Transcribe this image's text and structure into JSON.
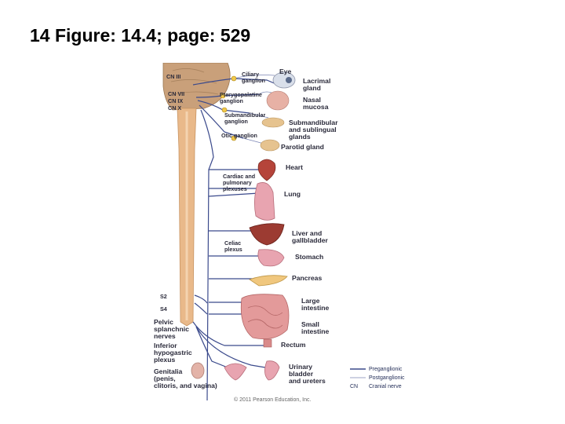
{
  "slide": {
    "title": "14  Figure: 14.4; page: 529"
  },
  "labels": {
    "cn3": "CN III",
    "cn7": "CN VII",
    "cn9": "CN IX",
    "cn10": "CN X",
    "ciliary1": "Ciliary",
    "ciliary2": "ganglion",
    "eye": "Eye",
    "lacrimal1": "Lacrimal",
    "lacrimal2": "gland",
    "ptery1": "Pterygopalatine",
    "ptery2": "ganglion",
    "nasal1": "Nasal",
    "nasal2": "mucosa",
    "submand_g1": "Submandibular",
    "submand_g2": "ganglion",
    "submand1": "Submandibular",
    "submand2": "and sublingual",
    "submand3": "glands",
    "otic": "Otic ganglion",
    "parotid": "Parotid gland",
    "heart": "Heart",
    "cardiac1": "Cardiac and",
    "cardiac2": "pulmonary",
    "cardiac3": "plexuses",
    "lung": "Lung",
    "liver1": "Liver and",
    "liver2": "gallbladder",
    "celiac1": "Celiac",
    "celiac2": "plexus",
    "stomach": "Stomach",
    "pancreas": "Pancreas",
    "s2": "S2",
    "s4": "S4",
    "large1": "Large",
    "large2": "intestine",
    "small1": "Small",
    "small2": "intestine",
    "pelvic1": "Pelvic",
    "pelvic2": "splanchnic",
    "pelvic3": "nerves",
    "rectum": "Rectum",
    "inferior1": "Inferior",
    "inferior2": "hypogastric",
    "inferior3": "plexus",
    "genitalia1": "Genitalia",
    "genitalia2": "(penis,",
    "genitalia3": "clitoris, and vagina)",
    "urinary1": "Urinary",
    "urinary2": "bladder",
    "urinary3": "and ureters"
  },
  "legend": {
    "pre": "Preganglionic",
    "post": "Postganglionic",
    "cn_abbr": "CN",
    "cn_text": "Cranial nerve"
  },
  "copyright": "© 2011 Pearson Education, Inc.",
  "colors": {
    "nerve": "#3b4a8c",
    "cord": "#e9b98a",
    "brain": "#c9a07a",
    "organ_pink": "#e8a4b0",
    "organ_red": "#b5443a"
  }
}
